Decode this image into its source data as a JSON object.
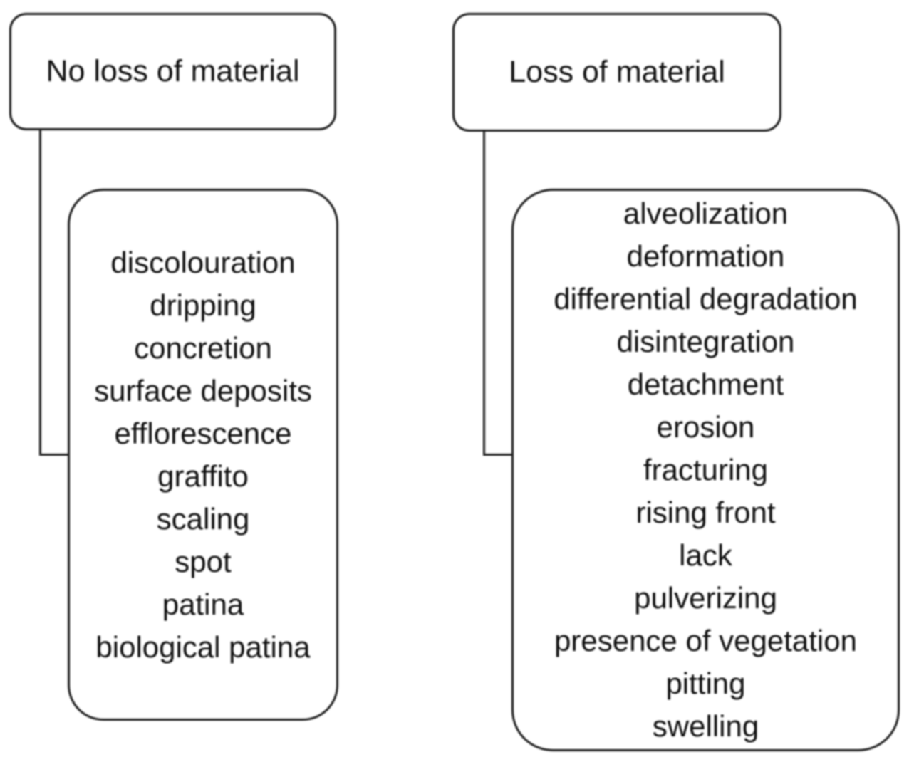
{
  "diagram": {
    "colors": {
      "border": "#1b1b1b",
      "background": "#ffffff",
      "text": "#0e0e0e"
    },
    "categories": [
      {
        "title": "No loss of material",
        "items": [
          "discolouration",
          "dripping",
          "concretion",
          "surface deposits",
          "efflorescence",
          "graffito",
          "scaling",
          "spot",
          "patina",
          "biological patina"
        ]
      },
      {
        "title": "Loss of material",
        "items": [
          "alveolization",
          "deformation",
          "differential degradation",
          "disintegration",
          "detachment",
          "erosion",
          "fracturing",
          "rising front",
          "lack",
          "pulverizing",
          "presence of vegetation",
          "pitting",
          "swelling"
        ]
      }
    ]
  }
}
